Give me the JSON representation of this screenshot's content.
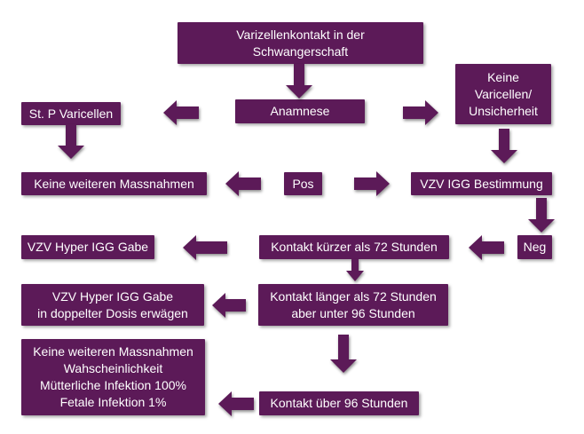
{
  "nodes": {
    "contact": "Varizellenkontakt in der\nSchwangerschaft",
    "anamnesis": "Anamnese",
    "history_varicella": "St. P Varicellen",
    "no_varicella": "Keine\nVaricellen/\nUnsicherheit",
    "no_further_top": "Keine weiteren Massnahmen",
    "pos": "Pos",
    "vzv_igg": "VZV IGG Bestimmung",
    "neg": "Neg",
    "hyper_igg": "VZV Hyper IGG Gabe",
    "under_72": "Kontakt kürzer als 72 Stunden",
    "hyper_igg_double": "VZV Hyper IGG Gabe\nin doppelter Dosis erwägen",
    "over_72": "Kontakt länger als 72 Stunden\naber unter 96 Stunden",
    "no_further_bottom": "Keine weiteren Massnahmen\nWahscheinlichkeit\nMütterliche Infektion 100%\nFetale Infektion 1%",
    "over_96": "Kontakt über 96 Stunden"
  },
  "colors": {
    "box": "#5c1a58",
    "text": "#ffffff"
  }
}
